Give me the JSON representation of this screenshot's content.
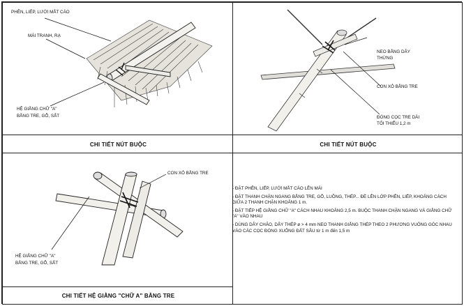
{
  "panels": {
    "tl": {
      "caption": "CHI TIẾT NÚT BUỘC",
      "labels": {
        "roof_mesh": "PHÊN, LIẾP, LƯỚI MẮT CÁO",
        "thatch": "MÁI TRANH, RẠ",
        "brace_1": "HỆ GIẰNG CHỮ \"A\"",
        "brace_2": "BẰNG TRE, GỖ, SẮT"
      }
    },
    "tr": {
      "caption": "CHI TIẾT NÚT BUỘC",
      "labels": {
        "rope_1": "NEO BẰNG DÂY",
        "rope_2": "THỪNG",
        "pin": "CON XỎ BẰNG TRE",
        "stake_1": "ĐÓNG CỌC TRE DÀI",
        "stake_2": "TỐI THIỂU 1,2 m"
      }
    },
    "bl": {
      "caption": "CHI TIẾT HỆ GIẰNG \"CHỮ A\" BẰNG TRE",
      "labels": {
        "pin": "CON XỎ BẰNG TRE",
        "brace_1": "HỆ GIẰNG CHỮ \"A\"",
        "brace_2": "BẰNG  TRE, GỖ, SẮT"
      }
    }
  },
  "notes": [
    "- ĐẶT PHÊN, LIẾP, LƯỚI MẮT CÁO LÊN MÁI",
    "- ĐẶT THANH CHẶN NGANG BẰNG TRE, GỖ, LUỒNG, THÉP... ĐÈ LÊN LỚP PHÊN, LIẾP, KHOẢNG CÁCH GIỮA 2 THANH CHẶN KHOẢNG 1 m.",
    "- ĐẶT TIẾP HỆ GIẰNG CHỮ \"A\" CÁCH NHAU KHOẢNG 2,5 m. BUỘC THANH CHẶN NGANG VÀ GIẰNG CHỮ \"A\" VÀO NHAU",
    "- DÙNG DÂY CHÃO, DÂY THÉP ø > 4 mm NEO THANH GIẰNG THÉP THEO 2 PHƯƠNG VUÔNG GÓC NHAU VÀO CÁC CỌC ĐÓNG XUỐNG ĐẤT SÂU từ 1 m đến 1,5 m"
  ]
}
